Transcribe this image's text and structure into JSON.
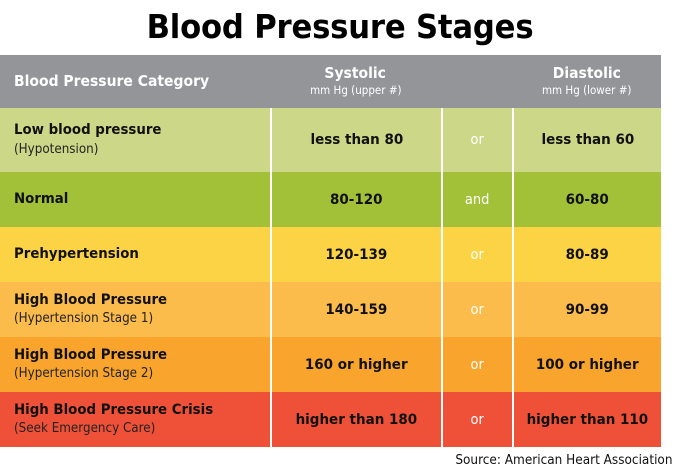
{
  "title": "Blood Pressure Stages",
  "header": {
    "category": "Blood Pressure Category",
    "systolic": "Systolic",
    "systolic_sub": "mm Hg (upper #)",
    "diastolic": "Diastolic",
    "diastolic_sub": "mm Hg (lower #)",
    "bg_color": "#949599",
    "text_color": "#ffffff"
  },
  "rows": [
    {
      "category": "Low blood pressure",
      "category_sub": "(Hypotension)",
      "systolic": "less than 80",
      "connector": "or",
      "diastolic": "less than 60",
      "color": "#ccd887"
    },
    {
      "category": "Normal",
      "category_sub": "",
      "systolic": "80-120",
      "connector": "and",
      "diastolic": "60-80",
      "color": "#a3c138"
    },
    {
      "category": "Prehypertension",
      "category_sub": "",
      "systolic": "120-139",
      "connector": "or",
      "diastolic": "80-89",
      "color": "#fcd344"
    },
    {
      "category": "High Blood Pressure",
      "category_sub": "(Hypertension Stage 1)",
      "systolic": "140-159",
      "connector": "or",
      "diastolic": "90-99",
      "color": "#fcbc4c"
    },
    {
      "category": "High Blood Pressure",
      "category_sub": "(Hypertension Stage 2)",
      "systolic": "160 or higher",
      "connector": "or",
      "diastolic": "100 or higher",
      "color": "#f9a52d"
    },
    {
      "category": "High Blood Pressure Crisis",
      "category_sub": "(Seek Emergency Care)",
      "systolic": "higher than 180",
      "connector": "or",
      "diastolic": "higher than 110",
      "color": "#ef5138"
    }
  ],
  "source": "Source: American Heart Association",
  "chart_data": {
    "type": "table",
    "title": "Blood Pressure Stages",
    "columns": [
      "Blood Pressure Category",
      "Systolic mm Hg (upper #)",
      "",
      "Diastolic mm Hg (lower #)"
    ],
    "rows": [
      [
        "Low blood pressure (Hypotension)",
        "less than 80",
        "or",
        "less than 60"
      ],
      [
        "Normal",
        "80-120",
        "and",
        "60-80"
      ],
      [
        "Prehypertension",
        "120-139",
        "or",
        "80-89"
      ],
      [
        "High Blood Pressure (Hypertension Stage 1)",
        "140-159",
        "or",
        "90-99"
      ],
      [
        "High Blood Pressure (Hypertension Stage 2)",
        "160 or higher",
        "or",
        "100 or higher"
      ],
      [
        "High Blood Pressure Crisis (Seek Emergency Care)",
        "higher than 180",
        "or",
        "higher than 110"
      ]
    ],
    "row_colors": [
      "#ccd887",
      "#a3c138",
      "#fcd344",
      "#fcbc4c",
      "#f9a52d",
      "#ef5138"
    ],
    "source": "Source: American Heart Association"
  }
}
